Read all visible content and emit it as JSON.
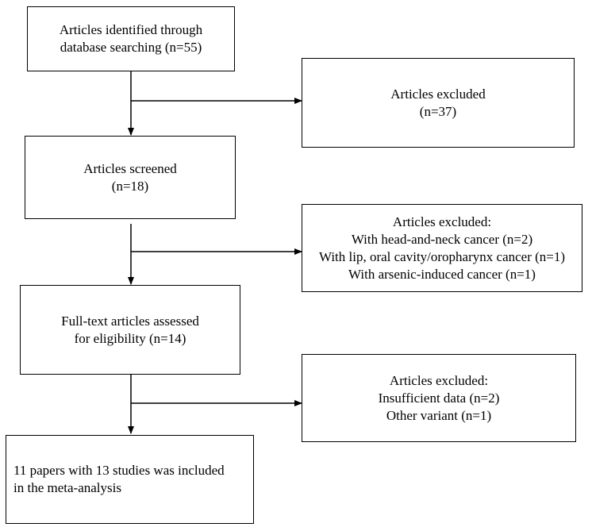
{
  "flow": {
    "identified": {
      "lines": [
        "Articles identified through",
        "database searching (n=55)"
      ]
    },
    "excluded_1": {
      "lines": [
        "Articles excluded",
        "(n=37)"
      ]
    },
    "screened": {
      "lines": [
        "Articles screened",
        "(n=18)"
      ]
    },
    "excluded_2": {
      "lines": [
        "Articles excluded:",
        "With head-and-neck cancer  (n=2)",
        "With lip, oral cavity/oropharynx cancer  (n=1)",
        "With arsenic-induced cancer (n=1)"
      ]
    },
    "fulltext": {
      "lines": [
        "Full-text articles assessed",
        "for eligibility (n=14)"
      ]
    },
    "excluded_3": {
      "lines": [
        "Articles excluded:",
        "Insufficient data (n=2)",
        "Other variant (n=1)"
      ]
    },
    "included": {
      "lines": [
        "11 papers with 13 studies was included",
        "in the meta-analysis"
      ]
    }
  },
  "colors": {
    "stroke": "#000000",
    "background": "#ffffff"
  }
}
